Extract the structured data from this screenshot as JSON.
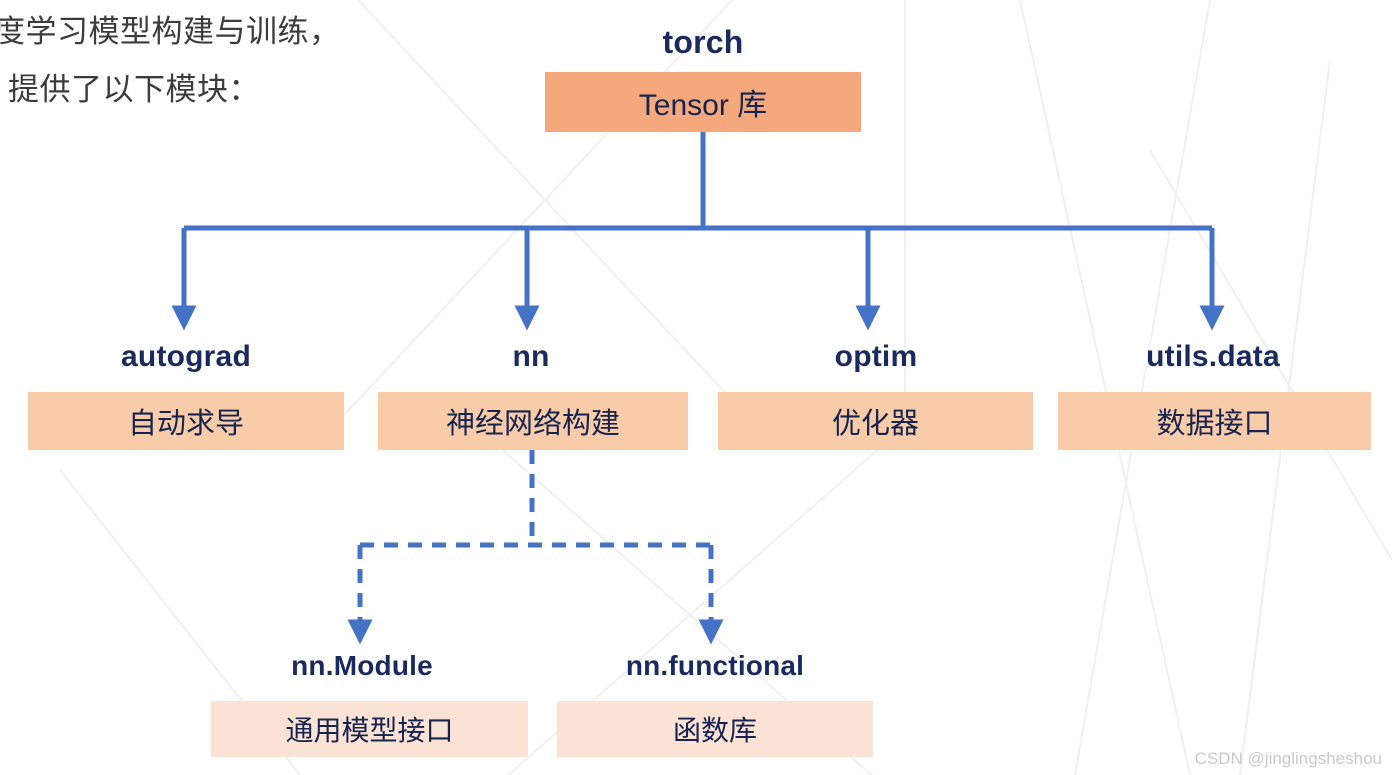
{
  "intro": {
    "line1": "度学习模型构建与训练，",
    "line2": "提供了以下模块："
  },
  "diagram": {
    "type": "tree",
    "root": {
      "label": "torch",
      "box_text": "Tensor 库"
    },
    "level2": [
      {
        "label": "autograd",
        "box_text": "自动求导"
      },
      {
        "label": "nn",
        "box_text": "神经网络构建"
      },
      {
        "label": "optim",
        "box_text": "优化器"
      },
      {
        "label": "utils.data",
        "box_text": "数据接口"
      }
    ],
    "level3_parent": "nn",
    "level3": [
      {
        "label": "nn.Module",
        "box_text": "通用模型接口"
      },
      {
        "label": "nn.functional",
        "box_text": "函数库"
      }
    ]
  },
  "colors": {
    "root_box": "#F4A87C",
    "level2_box": "#F8CBA9",
    "level3_box": "#FAE3D5",
    "label_text": "#1b2a5e",
    "connector_solid": "#4472C4",
    "connector_dashed": "#4472C4",
    "background": "#FFFFFF",
    "watermark_text": "#C9C9C9"
  },
  "watermark": {
    "text": "CSDN @jinglingsheshou"
  }
}
